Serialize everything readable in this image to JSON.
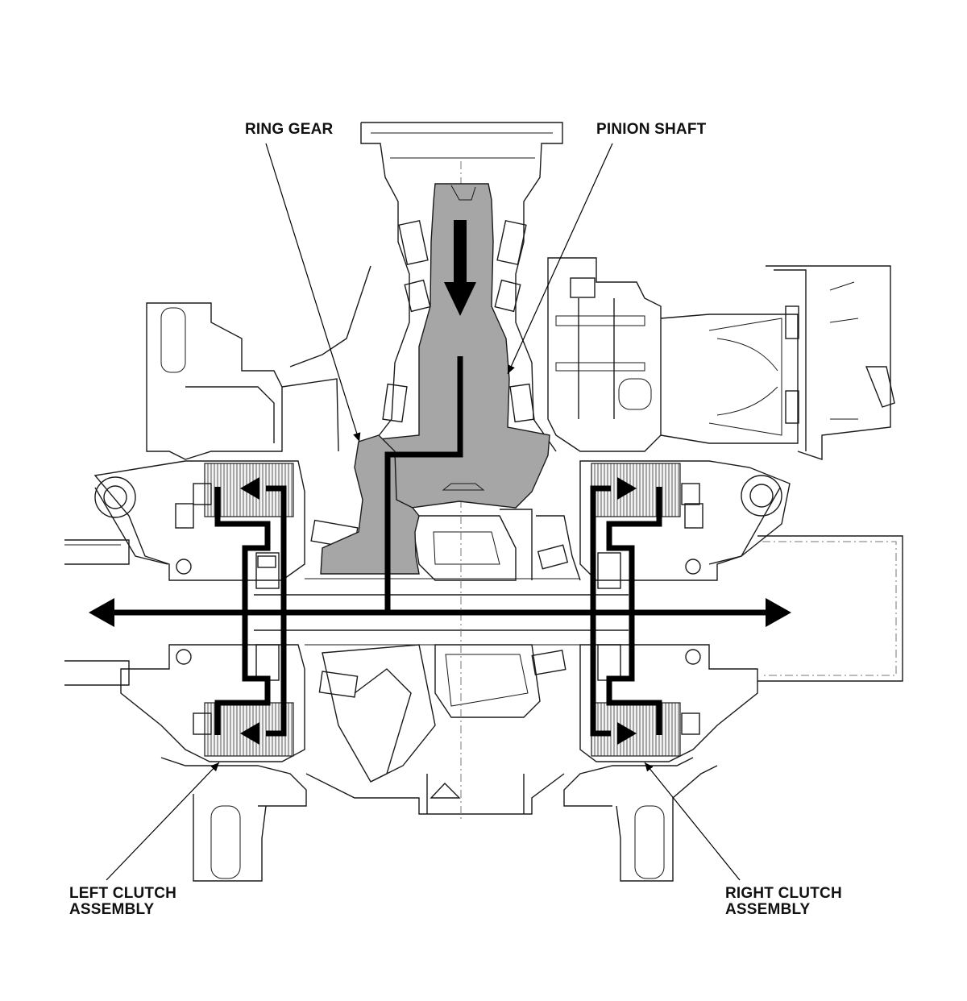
{
  "labels": {
    "ring_gear": "RING GEAR",
    "pinion_shaft": "PINION SHAFT",
    "left_clutch_line1": "LEFT CLUTCH",
    "left_clutch_line2": "ASSEMBLY",
    "right_clutch_line1": "RIGHT CLUTCH",
    "right_clutch_line2": "ASSEMBLY"
  },
  "colors": {
    "power_flow": "#000000",
    "highlight_parts": "#a6a6a6",
    "line_art": "#1a1a1a",
    "background": "#ffffff"
  }
}
